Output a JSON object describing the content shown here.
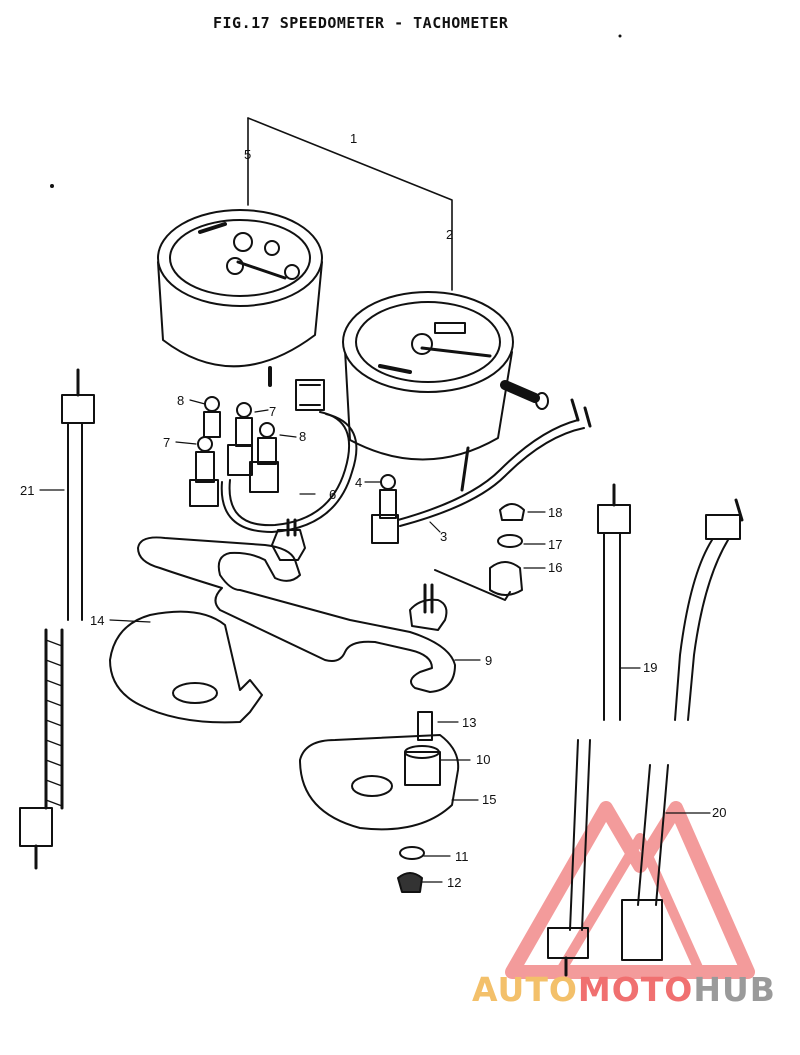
{
  "title": "FIG.17  SPEEDOMETER - TACHOMETER",
  "callouts": [
    "1",
    "2",
    "3",
    "4",
    "5",
    "6",
    "7",
    "7",
    "8",
    "8",
    "9",
    "10",
    "11",
    "12",
    "13",
    "14",
    "15",
    "16",
    "17",
    "18",
    "19",
    "20",
    "21"
  ],
  "watermark": {
    "part1": "AUTO",
    "part2": "MOTO",
    "part3": "HUB",
    "colors": {
      "auto": "#f3c06a",
      "moto": "#f07070",
      "hub": "#9a9a9a"
    }
  }
}
